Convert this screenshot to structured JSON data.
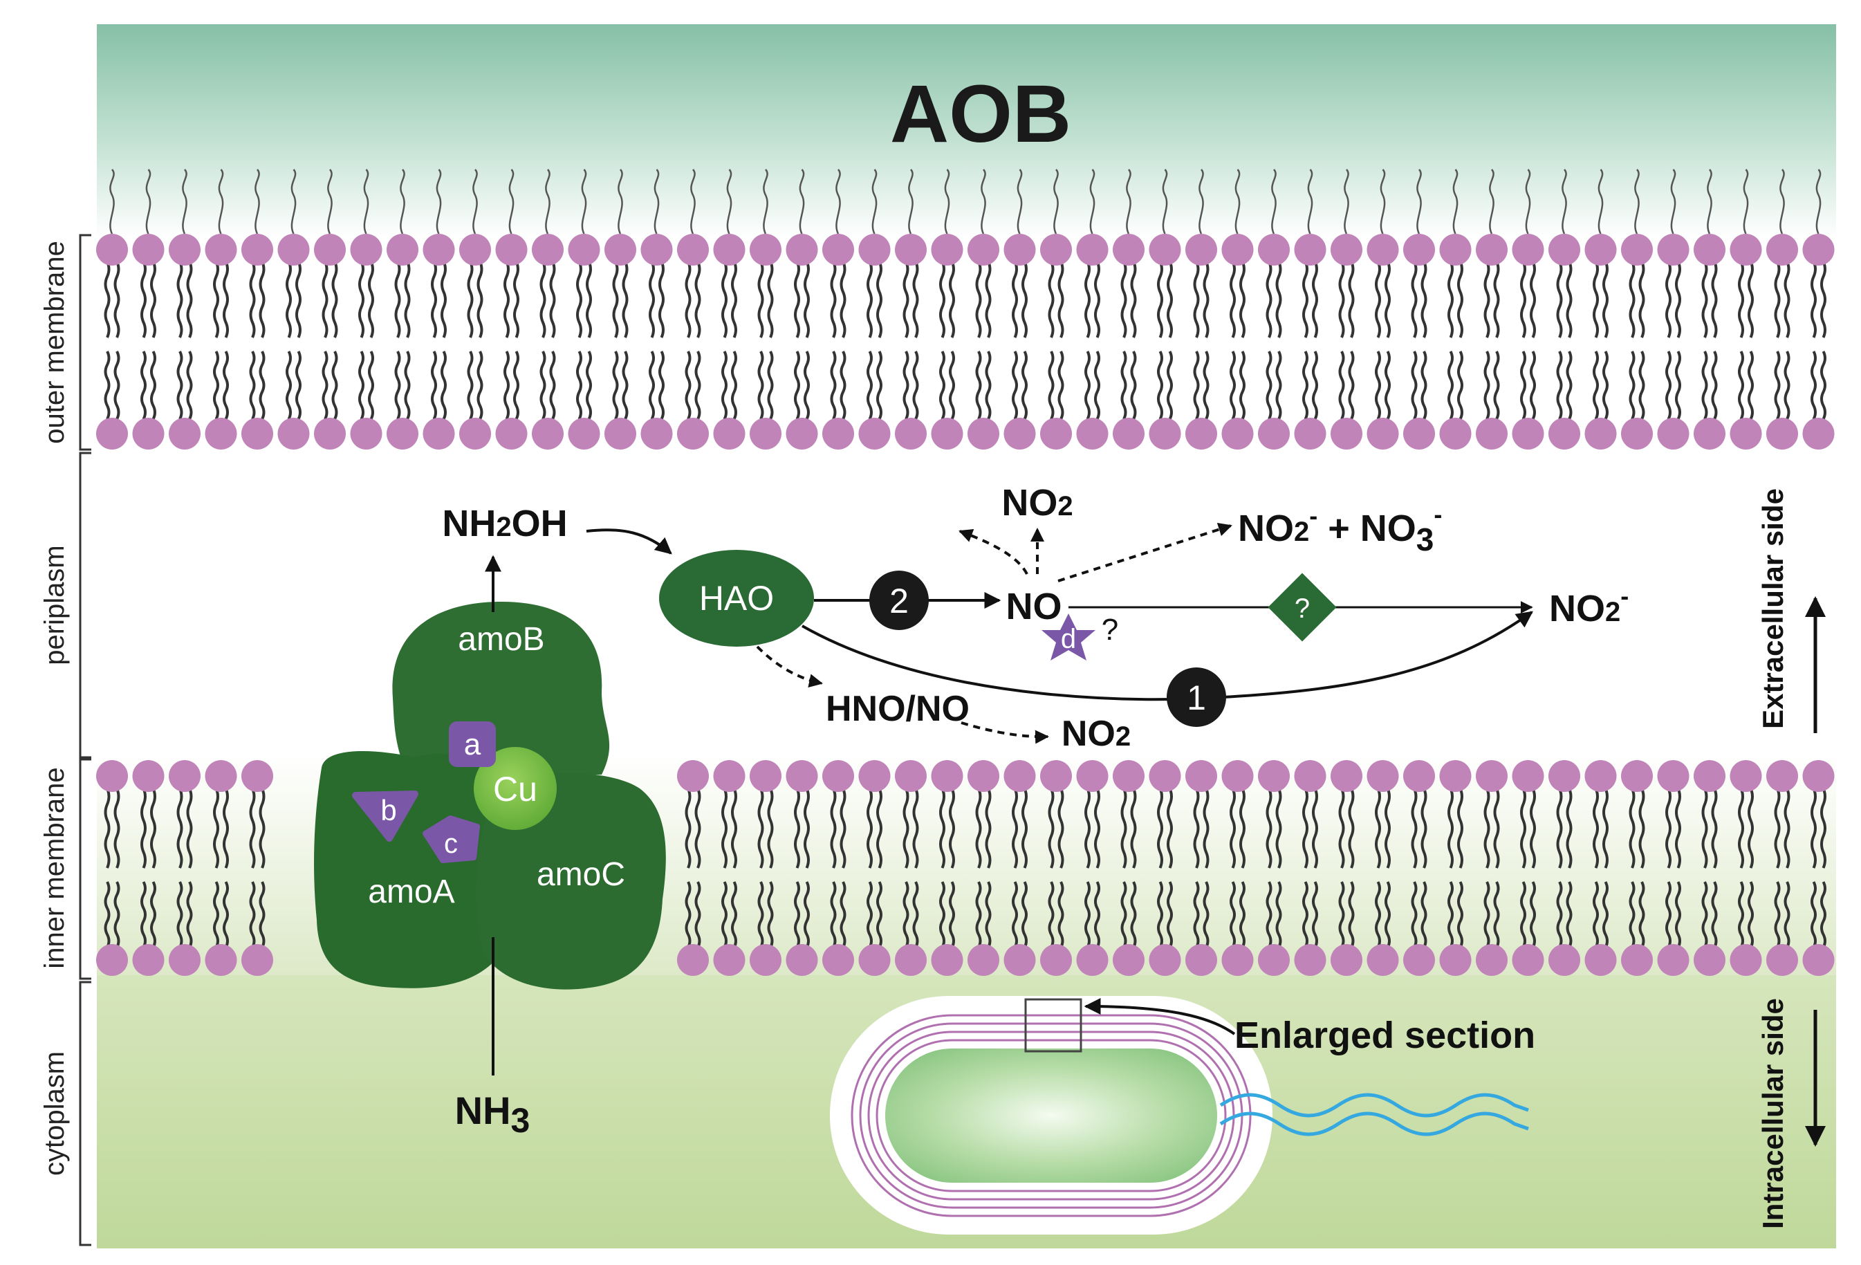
{
  "title": "AOB",
  "regions": {
    "outer_membrane": "outer membrane",
    "periplasm": "periplasm",
    "inner_membrane": "inner membrane",
    "cytoplasm": "cytoplasm"
  },
  "sides": {
    "extracellular": "Extracellular side",
    "intracellular": "Intracellular side"
  },
  "amo": {
    "subunit_b": "amoB",
    "subunit_a": "amoA",
    "subunit_c": "amoC",
    "copper": "Cu",
    "site_a": "a",
    "site_b": "b",
    "site_c": "c"
  },
  "species": {
    "nh3_main": "NH",
    "nh3_sub": "3",
    "nh2oh_pre": "NH",
    "nh2oh_sub": "2",
    "nh2oh_post": "OH",
    "hao": "HAO",
    "no": "NO",
    "no2_top_main": "NO",
    "no2_top_sub": "2",
    "no2_no3_a": "NO",
    "no2_no3_a_sub": "2",
    "no2_no3_a_sup": "-",
    "no2_no3_plus": " + NO",
    "no2_no3_b_sub": "3",
    "no2_no3_b_sup": "-",
    "no2_minus_main": "NO",
    "no2_minus_sub": "2",
    "no2_minus_sup": "-",
    "hno_no": "HNO/NO",
    "no2_bottom_main": "NO",
    "no2_bottom_sub": "2"
  },
  "pathways": {
    "step1": "1",
    "step2": "2",
    "diamond_unknown": "?",
    "star_label": "d",
    "star_unknown": "?"
  },
  "inset": {
    "label": "Enlarged section"
  },
  "colors": {
    "lipid_head": "#c084b8",
    "enzyme_green": "#2f6e32",
    "hao_green": "#2a6a35",
    "copper_green": "#78bd44",
    "purple_site": "#7b57a8",
    "flagellum": "#35a8e0",
    "top_band": "#86c0a6",
    "cytoplasm_green": "#c4dca0"
  }
}
